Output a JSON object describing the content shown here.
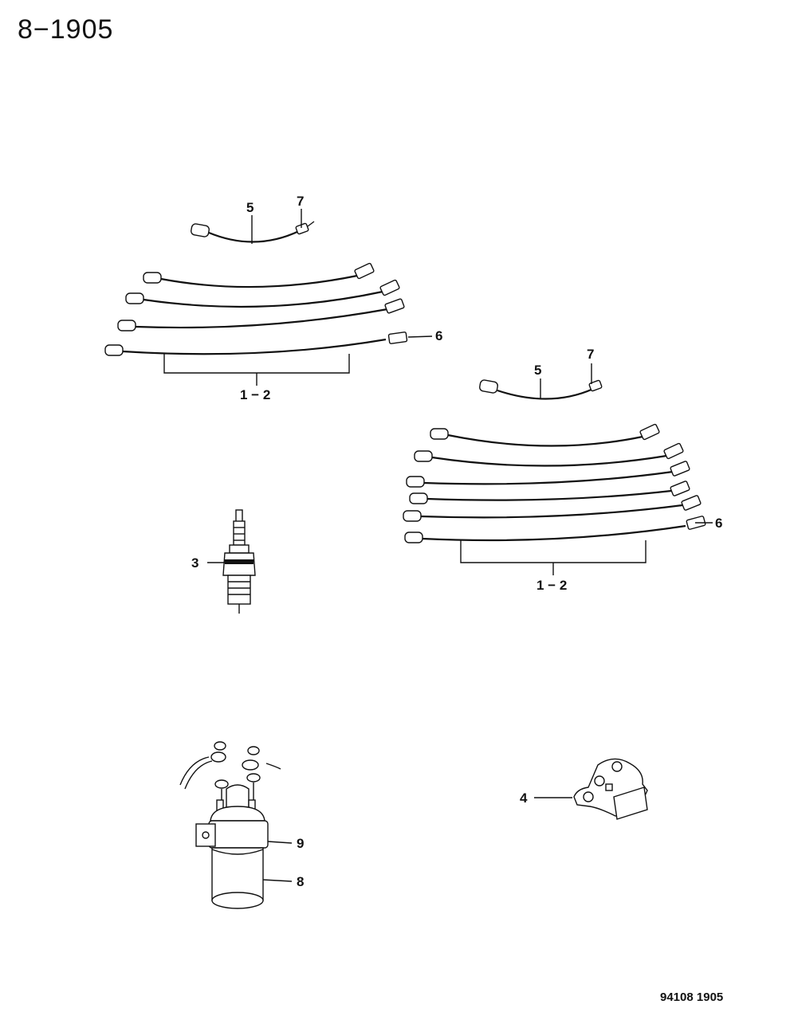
{
  "page_code": "8−1905",
  "drawing_code": "94108 1905",
  "callouts": {
    "upper_set": {
      "c5": "5",
      "c7": "7",
      "c6": "6",
      "range": "1 − 2"
    },
    "lower_set": {
      "c5": "5",
      "c7": "7",
      "c6": "6",
      "range": "1 − 2"
    },
    "spark_plug": "3",
    "clip": "4",
    "coil": "8",
    "bracket": "9"
  }
}
